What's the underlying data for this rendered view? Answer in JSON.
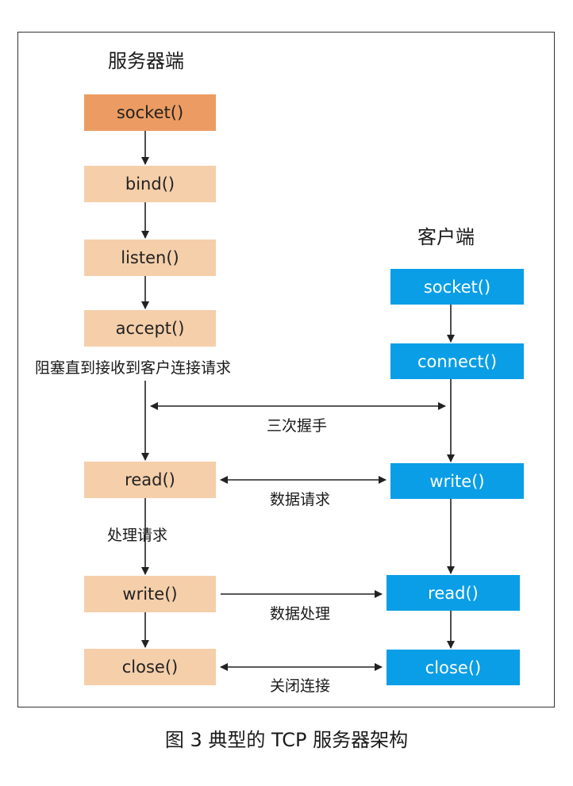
{
  "headings": {
    "server": "服务器端",
    "client": "客户端"
  },
  "server_steps": [
    "socket()",
    "bind()",
    "listen()",
    "accept()",
    "read()",
    "write()",
    "close()"
  ],
  "client_steps": [
    "socket()",
    "connect()",
    "write()",
    "read()",
    "close()"
  ],
  "annotations": {
    "blocking": "阻塞直到接收到客户连接请求",
    "handshake": "三次握手",
    "data_request": "数据请求",
    "process_request": "处理请求",
    "data_processing": "数据处理",
    "close_connection": "关闭连接"
  },
  "caption": "图 3  典型的 TCP 服务器架构",
  "colors": {
    "server_box": "#f5cfaa",
    "server_box_first": "#ec9c62",
    "client_box": "#0a9ee6",
    "arrow": "#222222"
  }
}
